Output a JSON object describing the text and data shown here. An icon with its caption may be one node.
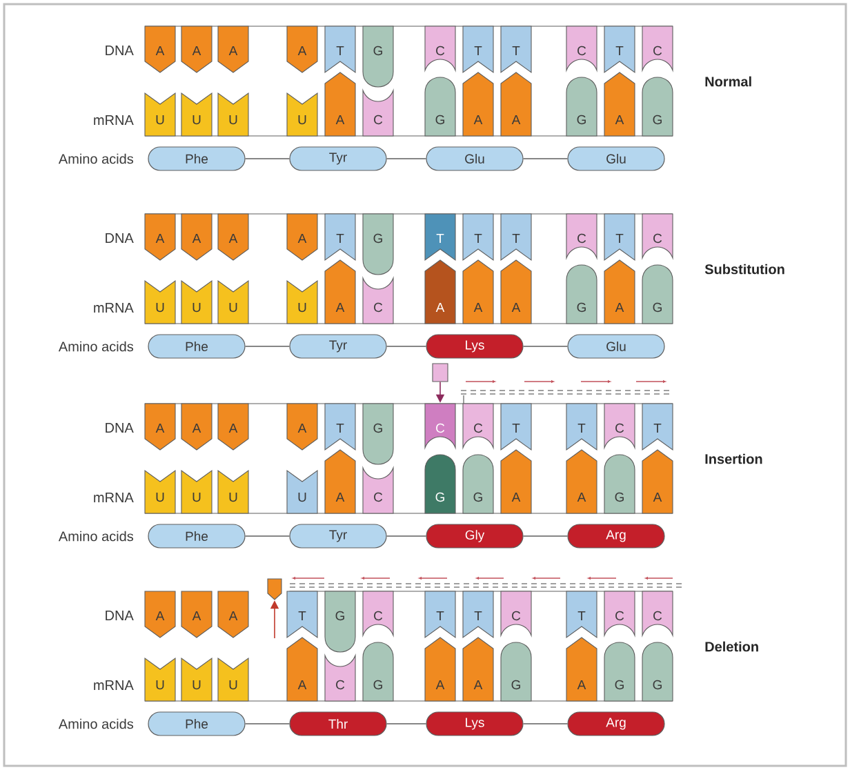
{
  "diagram": {
    "nodes": [
      {
        "text": [
          "A"
        ]
      },
      {
        "text": [
          "A"
        ]
      },
      {
        "text": [
          "A"
        ]
      },
      {
        "text": [
          "A"
        ]
      },
      {
        "text": [
          "T"
        ]
      },
      {
        "text": [
          "G"
        ]
      },
      {
        "text": [
          "C"
        ]
      },
      {
        "text": [
          "T"
        ]
      },
      {
        "text": [
          "T"
        ]
      },
      {
        "text": [
          "C"
        ]
      },
      {
        "text": [
          "T"
        ]
      },
      {
        "text": [
          "C"
        ]
      },
      {
        "text": [
          "U"
        ]
      },
      {
        "text": [
          "U"
        ]
      },
      {
        "text": [
          "U"
        ]
      },
      {
        "text": [
          "U"
        ]
      },
      {
        "text": [
          "A"
        ]
      },
      {
        "text": [
          "C"
        ]
      },
      {
        "text": [
          "G"
        ]
      },
      {
        "text": [
          "A"
        ]
      },
      {
        "text": [
          "A"
        ]
      },
      {
        "text": [
          "G"
        ]
      },
      {
        "text": [
          "A"
        ]
      },
      {
        "text": [
          "G"
        ]
      },
      {
        "text": [
          "Phe"
        ]
      },
      {
        "text": [
          "Tyr"
        ]
      },
      {
        "text": [
          "Glu"
        ]
      },
      {
        "text": [
          "Glu"
        ]
      },
      {
        "text": [
          "A"
        ]
      },
      {
        "text": [
          "A"
        ]
      },
      {
        "text": [
          "A"
        ]
      },
      {
        "text": [
          "A"
        ]
      },
      {
        "text": [
          "T"
        ]
      },
      {
        "text": [
          "G"
        ]
      },
      {
        "text": [
          "T"
        ]
      },
      {
        "text": [
          "T"
        ]
      },
      {
        "text": [
          "T"
        ]
      },
      {
        "text": [
          "C"
        ]
      },
      {
        "text": [
          "T"
        ]
      },
      {
        "text": [
          "C"
        ]
      },
      {
        "text": [
          "U"
        ]
      },
      {
        "text": [
          "U"
        ]
      },
      {
        "text": [
          "U"
        ]
      },
      {
        "text": [
          "U"
        ]
      },
      {
        "text": [
          "A"
        ]
      },
      {
        "text": [
          "C"
        ]
      },
      {
        "text": [
          "A"
        ]
      },
      {
        "text": [
          "A"
        ]
      },
      {
        "text": [
          "A"
        ]
      },
      {
        "text": [
          "G"
        ]
      },
      {
        "text": [
          "A"
        ]
      },
      {
        "text": [
          "G"
        ]
      },
      {
        "text": [
          "Phe"
        ]
      },
      {
        "text": [
          "Tyr"
        ]
      },
      {
        "text": [
          "Lys"
        ]
      },
      {
        "text": [
          "Glu"
        ]
      },
      {
        "text": [],
        "shape": "box"
      },
      {
        "text": [
          "A"
        ]
      },
      {
        "text": [
          "A"
        ]
      },
      {
        "text": [
          "A"
        ]
      },
      {
        "text": [
          "A"
        ]
      },
      {
        "text": [
          "T"
        ]
      },
      {
        "text": [
          "G"
        ]
      },
      {
        "text": [
          "C"
        ]
      },
      {
        "text": [
          "C"
        ]
      },
      {
        "text": [
          "T"
        ]
      },
      {
        "text": [
          "T"
        ]
      },
      {
        "text": [
          "C"
        ]
      },
      {
        "text": [
          "T"
        ]
      },
      {
        "text": [
          "U"
        ]
      },
      {
        "text": [
          "U"
        ]
      },
      {
        "text": [
          "U"
        ]
      },
      {
        "text": [
          "U"
        ]
      },
      {
        "text": [
          "A"
        ]
      },
      {
        "text": [
          "C"
        ]
      },
      {
        "text": [
          "G"
        ]
      },
      {
        "text": [
          "G"
        ]
      },
      {
        "text": [
          "A"
        ]
      },
      {
        "text": [
          "A"
        ]
      },
      {
        "text": [
          "G"
        ]
      },
      {
        "text": [
          "A"
        ]
      },
      {
        "text": [
          "Phe"
        ]
      },
      {
        "text": [
          "Tyr"
        ]
      },
      {
        "text": [
          "Gly"
        ]
      },
      {
        "text": [
          "Arg"
        ]
      },
      {
        "text": [],
        "shape": "pentagon"
      },
      {
        "text": [
          "A"
        ]
      },
      {
        "text": [
          "A"
        ]
      },
      {
        "text": [
          "A"
        ]
      },
      {
        "text": [
          "T"
        ]
      },
      {
        "text": [
          "G"
        ]
      },
      {
        "text": [
          "C"
        ]
      },
      {
        "text": [
          "T"
        ]
      },
      {
        "text": [
          "T"
        ]
      },
      {
        "text": [
          "C"
        ]
      },
      {
        "text": [
          "T"
        ]
      },
      {
        "text": [
          "C"
        ]
      },
      {
        "text": [
          "C"
        ]
      },
      {
        "text": [
          "U"
        ]
      },
      {
        "text": [
          "U"
        ]
      },
      {
        "text": [
          "U"
        ]
      },
      {
        "text": [
          "A"
        ]
      },
      {
        "text": [
          "C"
        ]
      },
      {
        "text": [
          "G"
        ]
      },
      {
        "text": [
          "A"
        ]
      },
      {
        "text": [
          "A"
        ]
      },
      {
        "text": [
          "G"
        ]
      },
      {
        "text": [
          "A"
        ]
      },
      {
        "text": [
          "G"
        ]
      },
      {
        "text": [
          "G"
        ]
      },
      {
        "text": [
          "Phe"
        ]
      },
      {
        "text": [
          "Thr"
        ]
      },
      {
        "text": [
          "Lys"
        ]
      },
      {
        "text": [
          "Arg"
        ]
      }
    ],
    "edges": [
      {
        "from": 24,
        "to": 25,
        "arrow": "none"
      },
      {
        "from": 25,
        "to": 26,
        "arrow": "none"
      },
      {
        "from": 26,
        "to": 27,
        "arrow": "none"
      },
      {
        "from": 52,
        "to": 53,
        "arrow": "none"
      },
      {
        "from": 53,
        "to": 54,
        "arrow": "none"
      },
      {
        "from": 54,
        "to": 55,
        "arrow": "none"
      },
      {
        "from": 81,
        "to": 82,
        "arrow": "none"
      },
      {
        "from": 82,
        "to": 83,
        "arrow": "none"
      },
      {
        "from": 83,
        "to": 84,
        "arrow": "none"
      },
      {
        "from": 110,
        "to": 111,
        "arrow": "none"
      },
      {
        "from": 111,
        "to": 112,
        "arrow": "none"
      },
      {
        "from": 112,
        "to": 113,
        "arrow": "none"
      },
      {
        "from": 56,
        "to": 63,
        "arrow": "to",
        "color": "#8c2a5c"
      },
      {
        "from": null,
        "to": 85,
        "arrow": "to",
        "color": "#c0392b"
      }
    ],
    "labels": [
      "DNA",
      "Normal",
      "mRNA",
      "Amino acids",
      "DNA",
      "Substitution",
      "mRNA",
      "Amino acids",
      "DNA",
      "Insertion",
      "mRNA",
      "Amino acids",
      "DNA",
      "Deletion",
      "mRNA",
      "Amino acids"
    ]
  }
}
